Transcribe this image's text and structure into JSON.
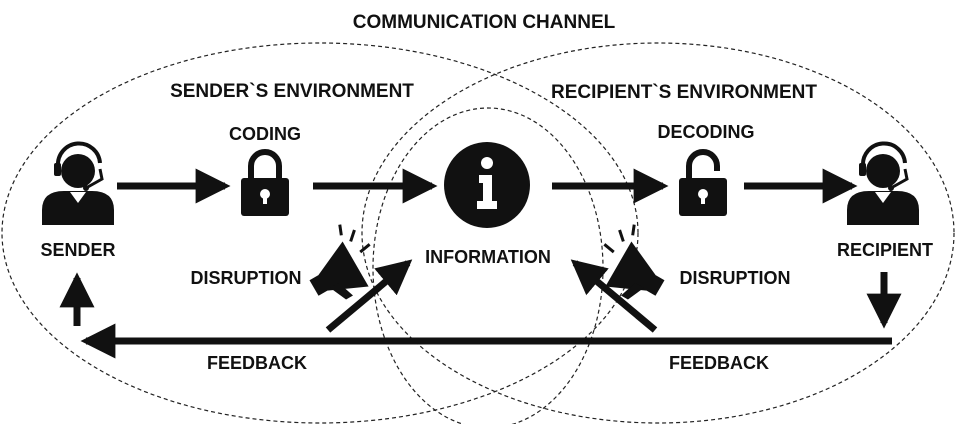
{
  "diagram": {
    "title": "COMMUNICATION CHANNEL",
    "environments": {
      "sender": "SENDER`S ENVIRONMENT",
      "recipient": "RECIPIENT`S ENVIRONMENT"
    },
    "nodes": {
      "sender": "SENDER",
      "coding": "CODING",
      "information": "INFORMATION",
      "decoding": "DECODING",
      "recipient": "RECIPIENT"
    },
    "disruption_left": "DISRUPTION",
    "disruption_right": "DISRUPTION",
    "feedback_left": "FEEDBACK",
    "feedback_right": "FEEDBACK",
    "icons": [
      "headset-person-icon",
      "lock-closed-icon",
      "info-icon",
      "lock-open-icon",
      "megaphone-icon"
    ],
    "colors": {
      "ink": "#111111",
      "background": "#ffffff"
    }
  }
}
